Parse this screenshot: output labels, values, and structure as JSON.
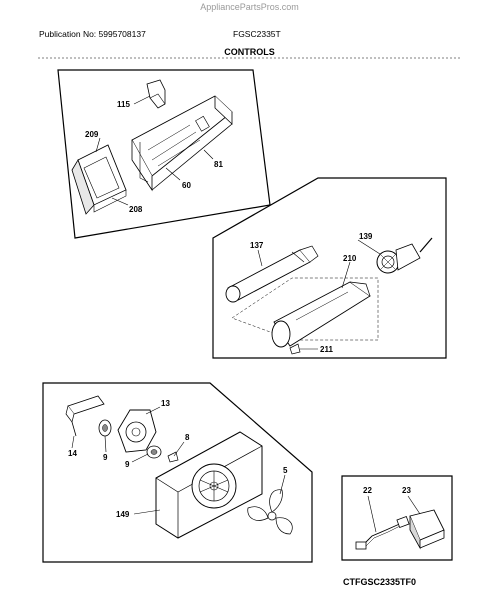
{
  "header": {
    "site": "AppliancePartsPros.com",
    "publication": "Publication No: 5995708137",
    "model": "FGSC2335T",
    "section_title": "CONTROLS"
  },
  "callouts": {
    "p115": "115",
    "p209": "209",
    "p81": "81",
    "p60": "60",
    "p208": "208",
    "p137": "137",
    "p139": "139",
    "p210": "210",
    "p211": "211",
    "p13": "13",
    "p14": "14",
    "p9a": "9",
    "p9b": "9",
    "p8": "8",
    "p5": "5",
    "p149": "149",
    "p22": "22",
    "p23": "23"
  },
  "footer": {
    "code": "CTFGSC2335TF0"
  }
}
